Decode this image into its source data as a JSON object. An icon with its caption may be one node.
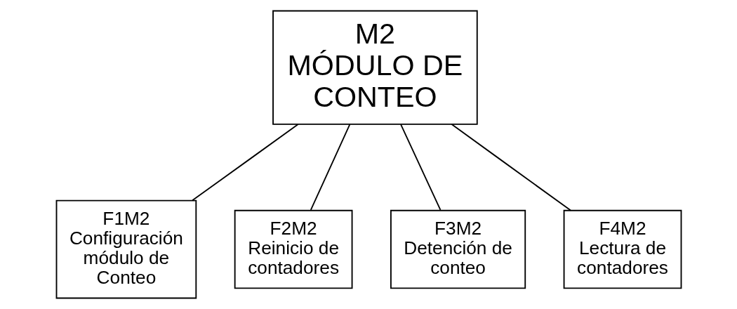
{
  "diagram": {
    "nodes": [
      {
        "text": [
          "M2",
          "MÓDULO DE CONTEO"
        ]
      },
      {
        "text": [
          "F1M2",
          "Configuración módulo de Conteo"
        ]
      },
      {
        "text": [
          "F2M2",
          "Reinicio de contadores"
        ]
      },
      {
        "text": [
          "F3M2",
          "Detención de conteo"
        ]
      },
      {
        "text": [
          "F4M2",
          "Lectura de contadores"
        ]
      }
    ],
    "edges": [
      {
        "from": 0,
        "to": 1,
        "arrow": "none"
      },
      {
        "from": 0,
        "to": 2,
        "arrow": "none"
      },
      {
        "from": 0,
        "to": 3,
        "arrow": "none"
      },
      {
        "from": 0,
        "to": 4,
        "arrow": "none"
      }
    ]
  }
}
